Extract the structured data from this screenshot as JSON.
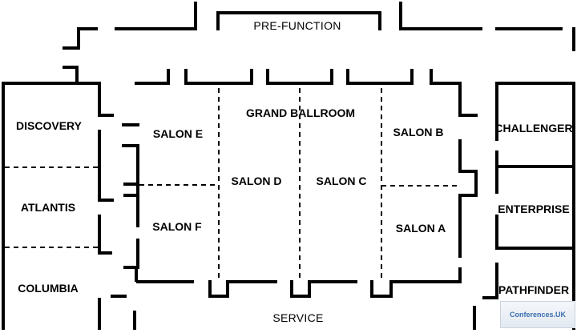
{
  "rooms": {
    "pre_function": "PRE-FUNCTION",
    "grand_ballroom": "GRAND BALLROOM",
    "salon_e": "SALON E",
    "salon_d": "SALON D",
    "salon_c": "SALON C",
    "salon_b": "SALON B",
    "salon_f": "SALON F",
    "salon_a": "SALON A",
    "discovery": "DISCOVERY",
    "atlantis": "ATLANTIS",
    "columbia": "COLUMBIA",
    "challenger": "CHALLENGER",
    "enterprise": "ENTERPRISE",
    "pathfinder": "PATHFINDER",
    "service": "SERVICE"
  },
  "watermark": {
    "text": "Conferences.UK"
  },
  "colors": {
    "wall": "#000000",
    "background": "#ffffff",
    "watermark": "#3b6fb0"
  }
}
